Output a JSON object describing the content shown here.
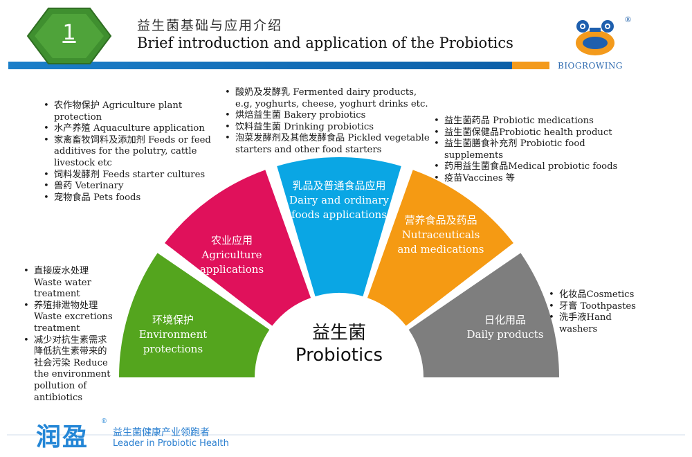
{
  "header": {
    "number": "1",
    "title_cn": "益生菌基础与应用介绍",
    "title_en": "Brief introduction and application of the Probiotics",
    "brand": "BIOGROWING",
    "registered": "®"
  },
  "center": {
    "cn": "益生菌",
    "en": "Probiotics"
  },
  "segments": [
    {
      "cn": "环境保护",
      "en_lines": [
        "Environment",
        "protections"
      ],
      "color": "#54a51e"
    },
    {
      "cn": "农业应用",
      "en_lines": [
        "Agriculture",
        "applications"
      ],
      "color": "#e0115b"
    },
    {
      "cn": "乳品及普通食品应用",
      "en_lines": [
        "Dairy  and ordinary",
        "foods applications"
      ],
      "color": "#0aa6e4"
    },
    {
      "cn": "营养食品及药品",
      "en_lines": [
        "Nutraceuticals",
        "and medications"
      ],
      "color": "#f59a13"
    },
    {
      "cn": "日化用品",
      "en_lines": [
        "Daily products"
      ],
      "color": "#7e7e7e"
    }
  ],
  "lists": {
    "agriculture": [
      "农作物保护 Agriculture plant protection",
      "水产养殖 Aquaculture application",
      "家禽畜牧饲料及添加剂 Feeds or feed additives for the polutry, cattle livestock etc",
      "饲料发酵剂 Feeds starter cultures",
      "兽药 Veterinary",
      "宠物食品 Pets foods"
    ],
    "dairy": [
      "酸奶及发酵乳 Fermented dairy products, e.g, yoghurts, cheese, yoghurt drinks etc.",
      "烘焙益生菌 Bakery probiotics",
      "饮料益生菌 Drinking probiotics",
      "泡菜发酵剂及其他发酵食品 Pickled vegetable starters and other food starters"
    ],
    "nutraceuticals": [
      "益生菌药品 Probiotic medications",
      "益生菌保健品Probiotic health product",
      "益生菌膳食补充剂 Probiotic food supplements",
      "药用益生菌食品Medical probiotic foods",
      "疫苗Vaccines 等"
    ],
    "environment": [
      "直接废水处理 Waste water treatment",
      "养殖排泄物处理 Waste excretions treatment",
      "减少对抗生素需求降低抗生素带来的社会污染 Reduce the environment pollution of antibiotics"
    ],
    "daily": [
      "化妆品Cosmetics",
      "牙膏 Toothpastes",
      "洗手液Hand washers"
    ]
  },
  "footer": {
    "logo": "润盈",
    "registered": "®",
    "slogan_cn": "益生菌健康产业领跑者",
    "slogan_en": "Leader in Probiotic Health"
  }
}
